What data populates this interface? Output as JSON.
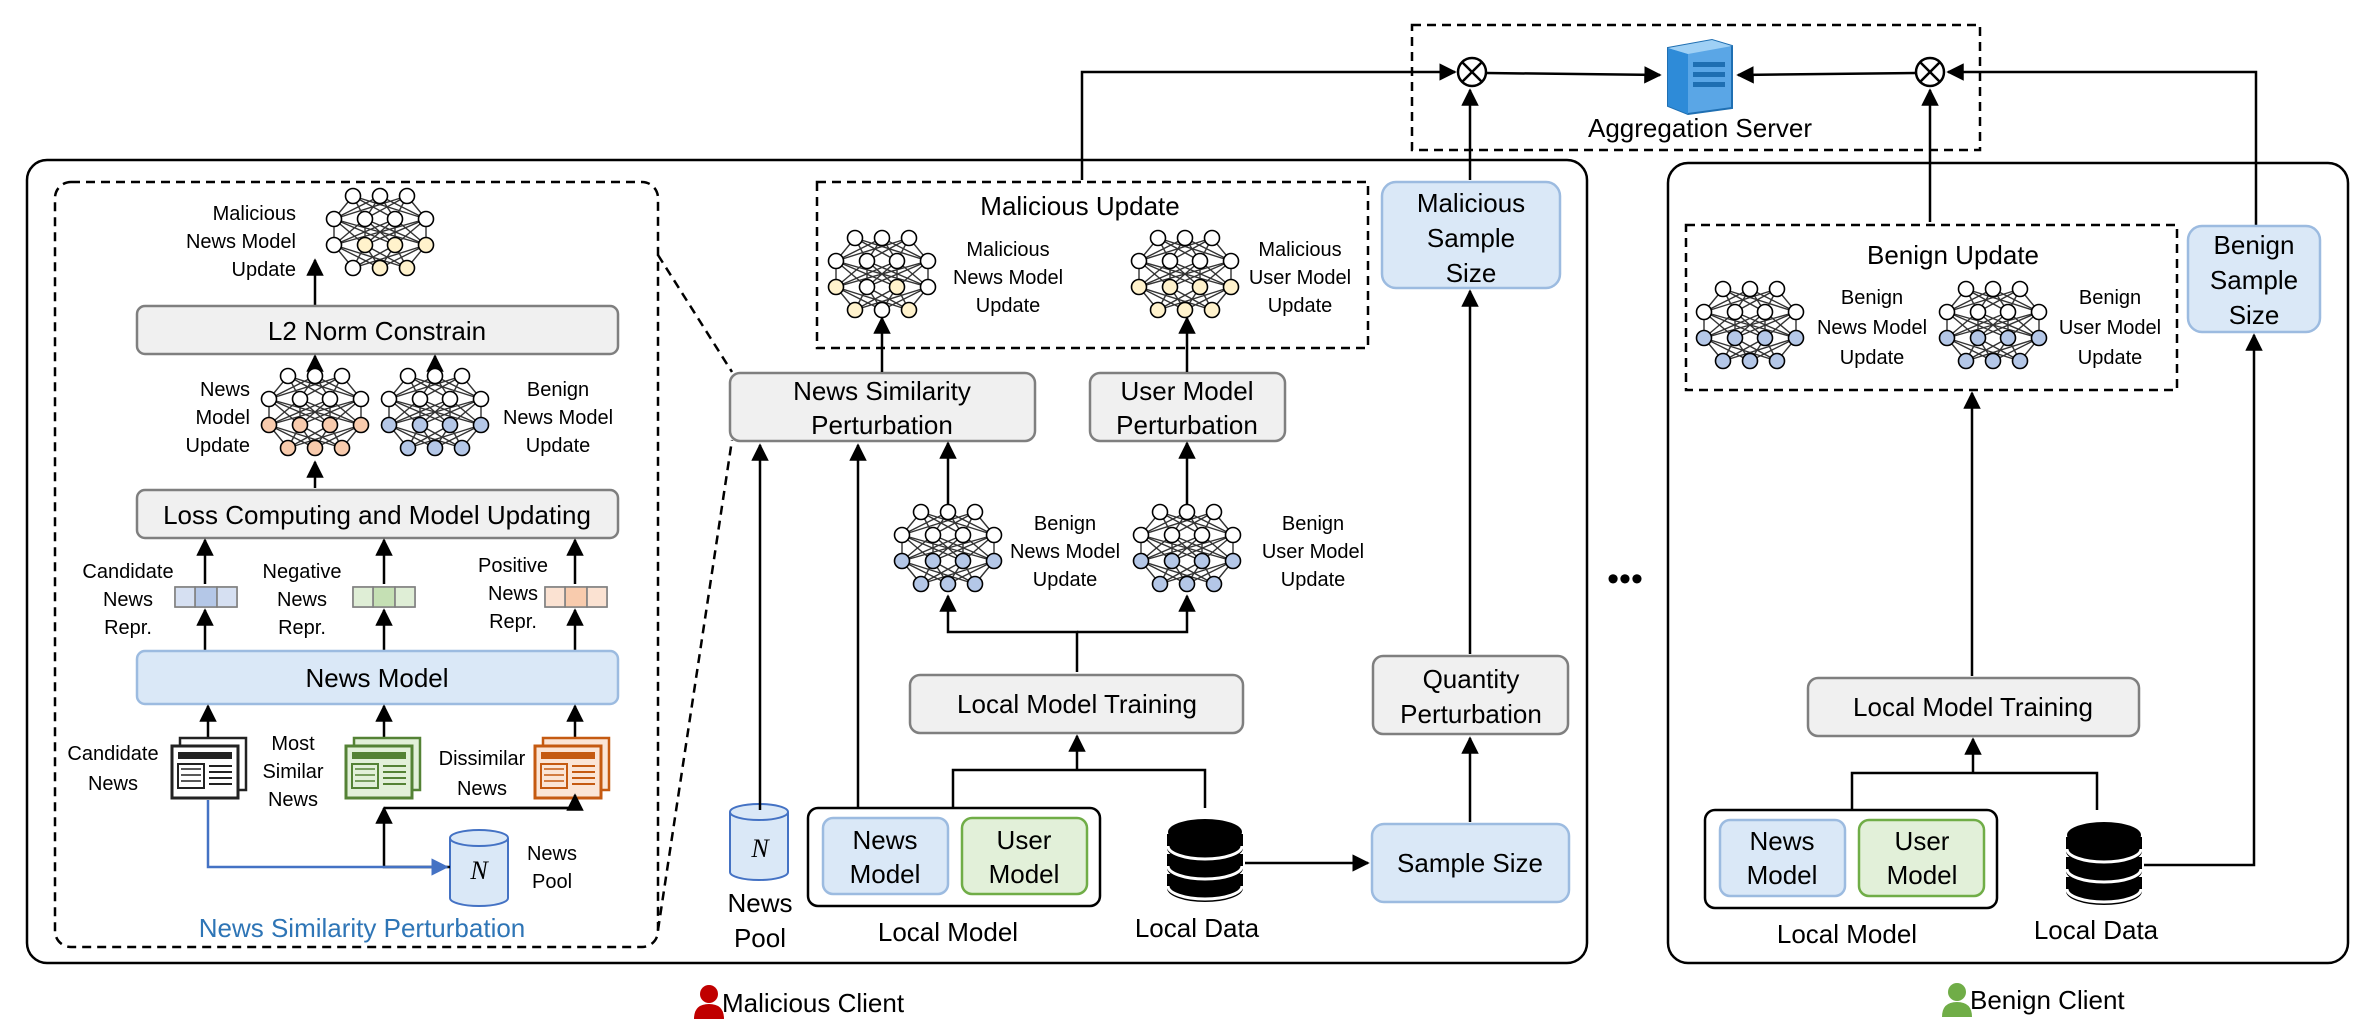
{
  "server": {
    "label": "Aggregation Server"
  },
  "malicious_client": {
    "label": "Malicious Client",
    "malicious_update_title": "Malicious Update",
    "mal_news_update": "Malicious\nNews Model\nUpdate",
    "mal_user_update": "Malicious\nUser Model\nUpdate",
    "malicious_sample_size": "Malicious\nSample\nSize",
    "news_sim_pert": "News Similarity\nPerturbation",
    "user_model_pert": "User Model\nPerturbation",
    "benign_news_update": "Benign\nNews Model\nUpdate",
    "benign_user_update": "Benign\nUser Model\nUpdate",
    "local_training": "Local Model Training",
    "quantity_pert": "Quantity\nPerturbation",
    "news_pool": "News\nPool",
    "news_model": "News\nModel",
    "user_model": "User\nModel",
    "local_model": "Local Model",
    "local_data": "Local Data",
    "sample_size": "Sample Size"
  },
  "detail_panel": {
    "caption": "News Similarity Perturbation",
    "mal_news_update": "Malicious\nNews Model\nUpdate",
    "l2": "L2 Norm Constrain",
    "news_model_update": "News\nModel\nUpdate",
    "benign_news_update": "Benign\nNews Model\nUpdate",
    "loss": "Loss Computing and Model Updating",
    "cand_repr": "Candidate\nNews\nRepr.",
    "neg_repr": "Negative\nNews\nRepr.",
    "pos_repr": "Positive\nNews\nRepr.",
    "news_model": "News Model",
    "cand_news": "Candidate\nNews",
    "most_similar": "Most\nSimilar\nNews",
    "dissimilar": "Dissimilar\nNews",
    "news_pool": "News\nPool",
    "pool_symbol": "N"
  },
  "ellipsis": "•••",
  "benign_client": {
    "label": "Benign Client",
    "benign_update_title": "Benign Update",
    "news_update": "Benign\nNews Model\nUpdate",
    "user_update": "Benign\nUser Model\nUpdate",
    "sample_size": "Benign\nSample\nSize",
    "local_training": "Local Model Training",
    "news_model": "News\nModel",
    "user_model": "User\nModel",
    "local_model": "Local Model",
    "local_data": "Local Data"
  },
  "colors": {
    "malicious_person": "#c00000",
    "benign_person": "#70ad47",
    "nn_yellow": "#fff2cc",
    "nn_orange": "#f8cbad",
    "nn_blue": "#b4c7e7",
    "repr_blue": "#b4c7e7",
    "repr_green": "#c5e0b4",
    "repr_orange": "#f8cbad",
    "server_blue": "#2e8bd8"
  },
  "icons": [
    "server-icon",
    "aggregation-circle-icon",
    "neural-network-icon",
    "database-icon",
    "cylinder-icon",
    "news-document-icon",
    "person-icon"
  ]
}
